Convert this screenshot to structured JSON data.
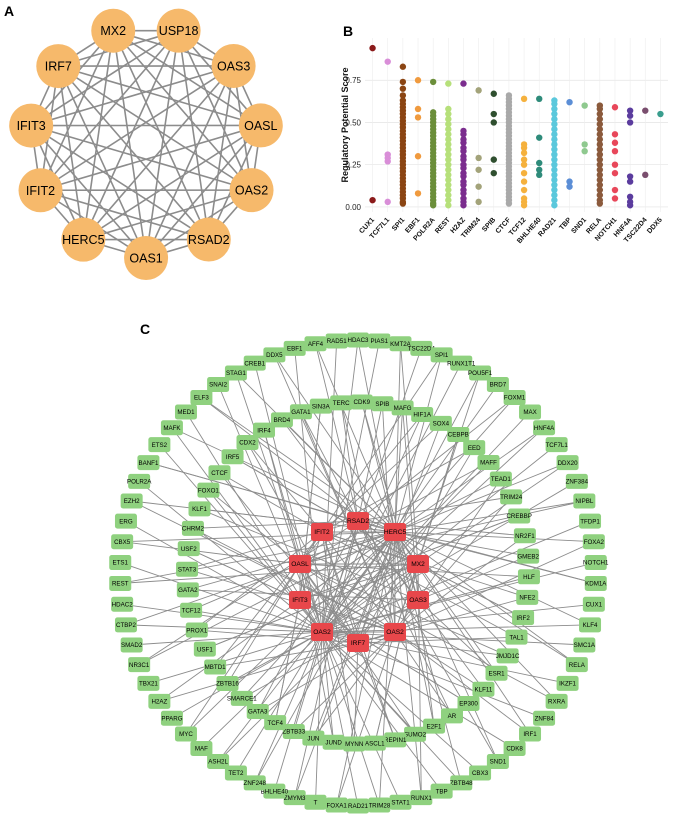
{
  "panels": {
    "a": "A",
    "b": "B",
    "c": "C"
  },
  "panel_a": {
    "nodes": [
      "MX2",
      "USP18",
      "OAS3",
      "OASL",
      "OAS2",
      "RSAD2",
      "OAS1",
      "HERC5",
      "IFIT2",
      "IFIT3",
      "IRF7"
    ],
    "node_color": "#F6B96B",
    "edge_color": "#8C8C8C"
  },
  "chart_data": {
    "type": "scatter",
    "title": "",
    "xlabel": "",
    "ylabel": "Regulatory Potential Score",
    "ylim": [
      -0.03,
      1.0
    ],
    "yticks": [
      "0.00",
      "0.25",
      "0.50",
      "0.75"
    ],
    "yticks_values": [
      0,
      0.25,
      0.5,
      0.75
    ],
    "grid": true,
    "legend": "none",
    "categories": [
      "CUX1",
      "TCF7L1",
      "SPI1",
      "EBF1",
      "POLR2A",
      "REST",
      "H2AZ",
      "TRIM24",
      "SPIB",
      "CTCF",
      "TCF12",
      "BHLHE40",
      "RAD21",
      "TBP",
      "SND1",
      "RELA",
      "NOTCH1",
      "HNF4A",
      "TSC22D4",
      "DDX5"
    ],
    "colors": [
      "#8B1A1A",
      "#D98ED8",
      "#8B4513",
      "#F09A3E",
      "#6B8E3A",
      "#B6E07A",
      "#7B2D8E",
      "#A3A37A",
      "#2F4F2F",
      "#A9A9A9",
      "#F5B13D",
      "#2E8B7A",
      "#5BC8DC",
      "#5B8ED6",
      "#8FC98F",
      "#8B5A3C",
      "#E8475A",
      "#5B3C9E",
      "#7A4E6E",
      "#3A9E8E"
    ],
    "points": [
      [
        0.94,
        0.04
      ],
      [
        0.86,
        0.31,
        0.29,
        0.27,
        0.03
      ],
      [
        0.83,
        0.74,
        0.7,
        0.66,
        0.63,
        0.61,
        0.59,
        0.57,
        0.55,
        0.53,
        0.51,
        0.49,
        0.47,
        0.45,
        0.43,
        0.41,
        0.39,
        0.37,
        0.35,
        0.33,
        0.31,
        0.29,
        0.27,
        0.25,
        0.23,
        0.21,
        0.19,
        0.17,
        0.15,
        0.13,
        0.11,
        0.09,
        0.07,
        0.05,
        0.03,
        0.02
      ],
      [
        0.75,
        0.58,
        0.53,
        0.3,
        0.08
      ],
      [
        0.74,
        0.56,
        0.54,
        0.52,
        0.5,
        0.48,
        0.46,
        0.44,
        0.42,
        0.4,
        0.38,
        0.36,
        0.34,
        0.32,
        0.3,
        0.28,
        0.26,
        0.24,
        0.22,
        0.2,
        0.18,
        0.16,
        0.14,
        0.12,
        0.1,
        0.08,
        0.06,
        0.04,
        0.02,
        0.01
      ],
      [
        0.73,
        0.58,
        0.55,
        0.52,
        0.49,
        0.46,
        0.43,
        0.4,
        0.37,
        0.34,
        0.31,
        0.28,
        0.25,
        0.22,
        0.19,
        0.16,
        0.13,
        0.1,
        0.07,
        0.04,
        0.01
      ],
      [
        0.73,
        0.45,
        0.43,
        0.4,
        0.38,
        0.35,
        0.33,
        0.3,
        0.28,
        0.25,
        0.23,
        0.2,
        0.18,
        0.15,
        0.13,
        0.1,
        0.08,
        0.05,
        0.03,
        0.01
      ],
      [
        0.69,
        0.29,
        0.22,
        0.12,
        0.03
      ],
      [
        0.67,
        0.55,
        0.5,
        0.28,
        0.2
      ],
      [
        0.66,
        0.64,
        0.62,
        0.6,
        0.58,
        0.56,
        0.54,
        0.52,
        0.5,
        0.48,
        0.46,
        0.44,
        0.42,
        0.4,
        0.38,
        0.36,
        0.34,
        0.32,
        0.3,
        0.28,
        0.26,
        0.24,
        0.22,
        0.2,
        0.18,
        0.16,
        0.14,
        0.12,
        0.1,
        0.08,
        0.06,
        0.04,
        0.02
      ],
      [
        0.64,
        0.37,
        0.35,
        0.32,
        0.28,
        0.25,
        0.2,
        0.15,
        0.1,
        0.05,
        0.03,
        0.01
      ],
      [
        0.64,
        0.41,
        0.26,
        0.22,
        0.19
      ],
      [
        0.63,
        0.61,
        0.58,
        0.55,
        0.52,
        0.49,
        0.46,
        0.43,
        0.4,
        0.37,
        0.34,
        0.31,
        0.28,
        0.25,
        0.22,
        0.19,
        0.16,
        0.13,
        0.1,
        0.07,
        0.04,
        0.01
      ],
      [
        0.62,
        0.15,
        0.12
      ],
      [
        0.6,
        0.37,
        0.33
      ],
      [
        0.6,
        0.58,
        0.55,
        0.52,
        0.49,
        0.46,
        0.43,
        0.4,
        0.37,
        0.34,
        0.31,
        0.28,
        0.25,
        0.22,
        0.19,
        0.16,
        0.13,
        0.1,
        0.07,
        0.04,
        0.02
      ],
      [
        0.59,
        0.43,
        0.38,
        0.33,
        0.25,
        0.2,
        0.1,
        0.05
      ],
      [
        0.57,
        0.54,
        0.5,
        0.18,
        0.15,
        0.06,
        0.03,
        0.01
      ],
      [
        0.57,
        0.19
      ],
      [
        0.55
      ]
    ]
  },
  "panel_c": {
    "hub_nodes": [
      "RSAD2",
      "HERC5",
      "MX2",
      "OAS3",
      "OAS2",
      "IRF7",
      "OAS2",
      "IFIT3",
      "OASL",
      "IFIT2"
    ],
    "hub_color": "#E8474B",
    "tf_color": "#8FD17F",
    "edge_color": "#8C8C8C",
    "inner_ring": [
      "SPIB",
      "MAFG",
      "HIF1A",
      "SOX4",
      "CEBPB",
      "EED",
      "MAFF",
      "TEAD1",
      "TRIM24",
      "CREBBP",
      "NR2F1",
      "GMEB2",
      "HLF",
      "NFE2",
      "IRF2",
      "TAL1",
      "JMJD1C",
      "ESR1",
      "KLF11",
      "EP300",
      "AR",
      "E2F1",
      "SUMO2",
      "REPIN1",
      "ASCL1",
      "MYNN",
      "JUND",
      "JUN",
      "ZBTB33",
      "TCF4",
      "GATA3",
      "SMARCE1",
      "ZBTB16",
      "MBTD1",
      "USF1",
      "PROX1",
      "TCF12",
      "GATA2",
      "STAT3",
      "USF2",
      "CHRM2",
      "KLF1",
      "FOXO1",
      "CTCF",
      "IRF5",
      "CDX2",
      "IRF4",
      "BRD4",
      "GATA1",
      "SIN3A",
      "TERC",
      "CDK9"
    ],
    "outer_ring": [
      "HDAC3",
      "PIAS1",
      "KMT2A",
      "TSC22D4",
      "SPI1",
      "RUNX1T1",
      "POU5F1",
      "BRD7",
      "FOXM1",
      "MAX",
      "HNF4A",
      "TCF7L1",
      "DDX20",
      "ZNF384",
      "NIPBL",
      "TFDP1",
      "FOXA2",
      "NOTCH1",
      "KDM1A",
      "CUX1",
      "KLF4",
      "SMC1A",
      "RELA",
      "IKZF1",
      "RXRA",
      "ZNF84",
      "IRF1",
      "CDK8",
      "SND1",
      "CBX3",
      "ZBTB48",
      "TBP",
      "RUNX1",
      "STAT1",
      "TRIM28",
      "RAD21",
      "FOXA1",
      "T",
      "ZMYM3",
      "BHLHE40",
      "ZNF248",
      "TET2",
      "ASH2L",
      "MAF",
      "MYC",
      "PPARG",
      "H2AZ",
      "TBX21",
      "NR3C1",
      "SMAD2",
      "CTBP2",
      "HDAC2",
      "REST",
      "ETS1",
      "CBX5",
      "ERG",
      "EZH2",
      "POLR2A",
      "BANF1",
      "ETS2",
      "MAFK",
      "MED1",
      "ELF3",
      "SNAI2",
      "STAG1",
      "CREB1",
      "DDX5",
      "EBF1",
      "AFF4",
      "RAD51"
    ]
  }
}
